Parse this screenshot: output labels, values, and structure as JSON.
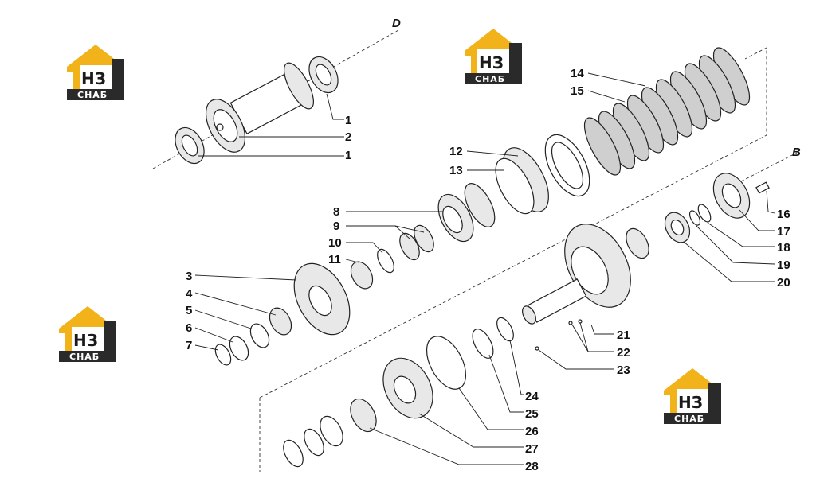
{
  "axes": {
    "D": "D",
    "B": "B"
  },
  "logo": {
    "top": "НЗ",
    "bottom": "СНАБ"
  },
  "callouts": [
    "1",
    "2",
    "1",
    "3",
    "4",
    "5",
    "6",
    "7",
    "8",
    "9",
    "10",
    "11",
    "12",
    "13",
    "14",
    "15",
    "16",
    "17",
    "18",
    "19",
    "20",
    "21",
    "22",
    "23",
    "24",
    "25",
    "26",
    "27",
    "28"
  ]
}
